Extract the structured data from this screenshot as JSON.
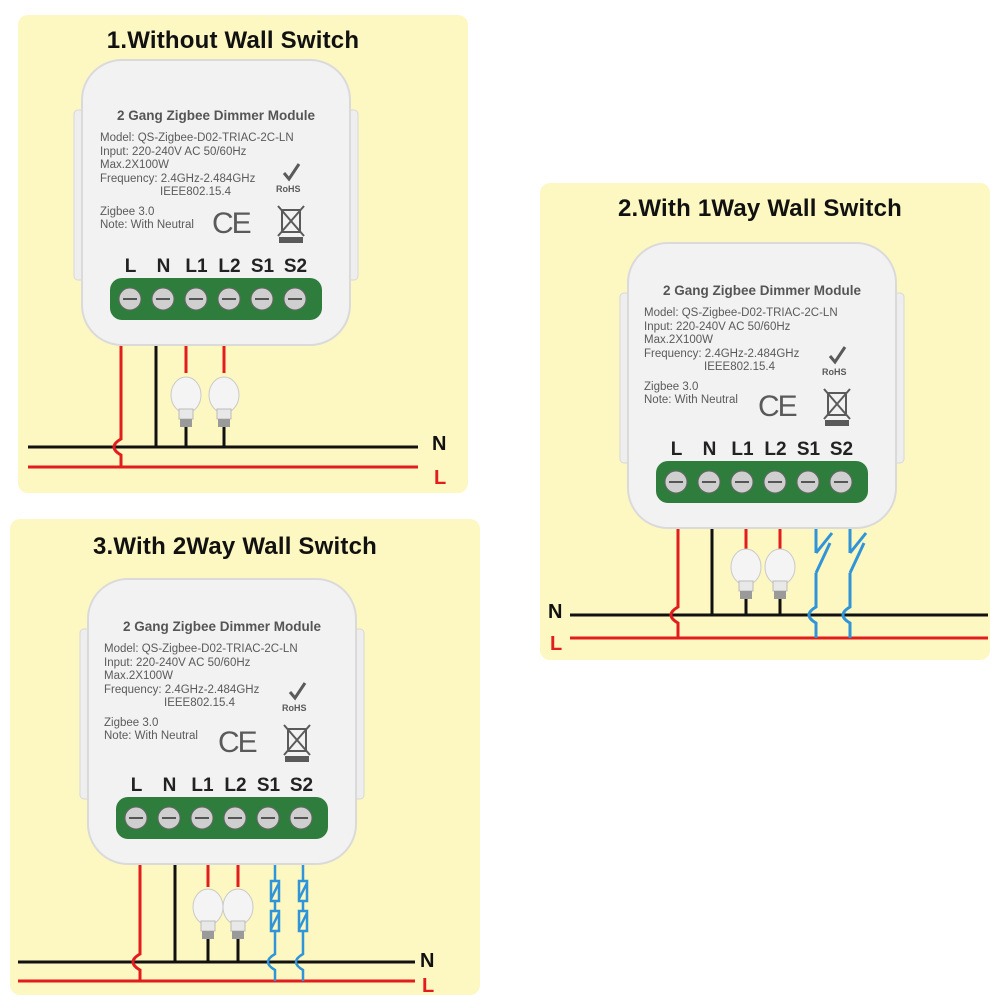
{
  "colors": {
    "panel_bg": "#fdf7c1",
    "wire_live": "#e21d1d",
    "wire_neutral": "#111111",
    "wire_switch": "#2f95d8",
    "terminal_green": "#2f7d3d"
  },
  "module": {
    "name": "2 Gang Zigbee Dimmer Module",
    "model": "Model: QS-Zigbee-D02-TRIAC-2C-LN",
    "input": "Input: 220-240V AC 50/60Hz",
    "max": "Max.2X100W",
    "frequency": "Frequency: 2.4GHz-2.484GHz",
    "ieee": "IEEE802.15.4",
    "zigbee": "Zigbee 3.0",
    "note": "Note: With Neutral",
    "ce_mark": "CE",
    "rohs": "RoHS",
    "terminals": [
      "L",
      "N",
      "L1",
      "L2",
      "S1",
      "S2"
    ]
  },
  "diagrams": [
    {
      "title": "1.Without Wall Switch",
      "neutral_label": "N",
      "live_label": "L"
    },
    {
      "title": "2.With 1Way Wall Switch",
      "neutral_label": "N",
      "live_label": "L"
    },
    {
      "title": "3.With 2Way Wall Switch",
      "neutral_label": "N",
      "live_label": "L"
    }
  ]
}
